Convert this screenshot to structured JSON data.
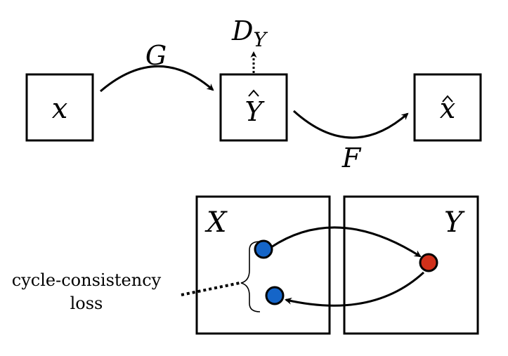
{
  "top": {
    "x_label": "x",
    "y_hat_label": "Y",
    "x_hat_label": "x",
    "g_label": "G",
    "f_label": "F",
    "d_label": "D",
    "d_subscript": "Y"
  },
  "bottom": {
    "domain_x_label": "X",
    "domain_y_label": "Y",
    "loss_line1": "cycle-consistency",
    "loss_line2": "loss"
  },
  "colors": {
    "blue_dot": "#1565c8",
    "red_dot": "#d0301a",
    "stroke": "#000000"
  }
}
